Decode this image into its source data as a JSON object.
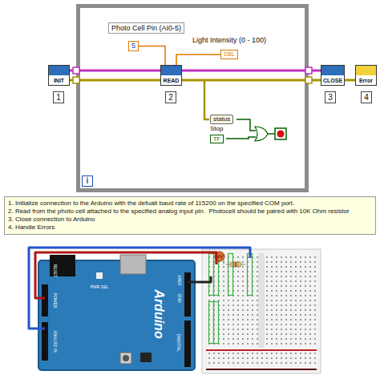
{
  "diagram": {
    "nodes": [
      {
        "text": [
          "i"
        ]
      },
      {
        "text": [
          "INIT"
        ]
      },
      {
        "text": [
          "Photo Cell Pin (AI0-5)",
          "5"
        ],
        "in": 0
      },
      {
        "text": [
          "Light Intensity (0 - 100)",
          "DBL"
        ],
        "in": 0
      },
      {
        "text": [
          "READ"
        ],
        "in": 0
      },
      {
        "text": [
          "status"
        ],
        "in": 0
      },
      {
        "text": [
          "Stop",
          "TF"
        ],
        "in": 0
      },
      {
        "text": [
          "CLOSE"
        ]
      },
      {
        "text": [
          "Error"
        ]
      },
      {
        "text": [
          "1. Initialize connection to the Arduino with the defualt baud rate of 115200 on the specified COM port.",
          "2. Read from the photo cell attached to the specified analog input pin.  Photocell should be paired with 10K Ohm resistor",
          "3. Close connection to Arduino",
          "4. Handle Errors"
        ]
      }
    ],
    "edges": [
      {
        "from": 1,
        "to": 4,
        "arrow": "none"
      },
      {
        "from": 1,
        "to": 4,
        "arrow": "none"
      },
      {
        "from": 4,
        "to": 7,
        "arrow": "none"
      },
      {
        "from": 4,
        "to": 7,
        "arrow": "none"
      },
      {
        "from": 7,
        "to": 8,
        "arrow": "none"
      },
      {
        "from": 2,
        "to": 4,
        "arrow": "none"
      },
      {
        "from": 4,
        "to": 3,
        "arrow": "none"
      }
    ],
    "labels": [
      "1",
      "2",
      "3",
      "4",
      "Arduino",
      "AREF",
      "GND",
      "DIGITAL",
      "RESET",
      "POWER",
      "ANALOG IN",
      "PWR SEL"
    ]
  }
}
